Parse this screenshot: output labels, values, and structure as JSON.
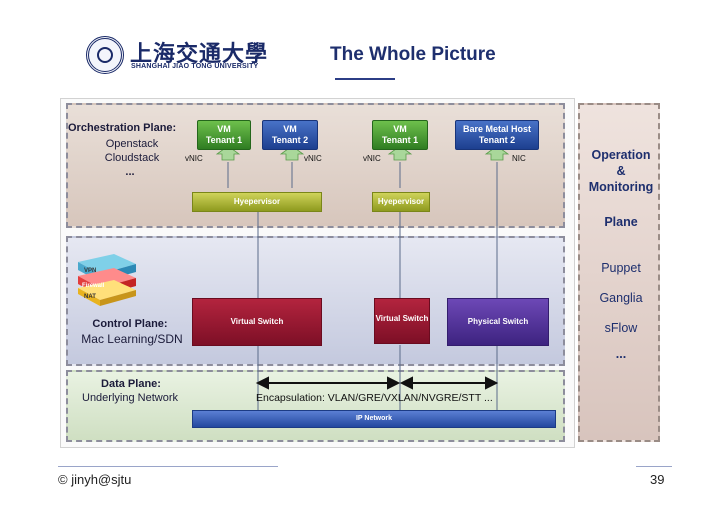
{
  "slide": {
    "title": "The Whole Picture",
    "page_number": "39",
    "footer_credit": "© jinyh@sjtu"
  },
  "logo": {
    "name_cn": "上海交通大學",
    "name_en": "SHANGHAI JIAO TONG UNIVERSITY"
  },
  "orchestration": {
    "heading": "Orchestration Plane:",
    "items": [
      "Openstack",
      "Cloudstack",
      "..."
    ]
  },
  "tenants": [
    {
      "line1": "VM",
      "line2": "Tenant 1",
      "nic": "vNIC",
      "color": "#3f9a2f"
    },
    {
      "line1": "VM",
      "line2": "Tenant 2",
      "nic": "vNIC",
      "color": "#2a4fa6"
    },
    {
      "line1": "VM",
      "line2": "Tenant 1",
      "nic": "vNIC",
      "color": "#3f9a2f"
    },
    {
      "line1": "Bare Metal Host",
      "line2": "Tenant 2",
      "nic": "NIC",
      "color": "#2a4fa6"
    }
  ],
  "hypervisors": [
    "Hyepervisor",
    "Hyepervisor"
  ],
  "control": {
    "heading": "Control Plane:",
    "subheading": "Mac Learning/SDN",
    "stack_layers": [
      "VPN",
      "Firewall",
      "NAT"
    ]
  },
  "switches": [
    {
      "label": "Virtual Switch"
    },
    {
      "label": "Virtual Switch"
    },
    {
      "label": "Physical Switch"
    }
  ],
  "data_plane": {
    "heading": "Data Plane:",
    "subheading": "Underlying Network",
    "encapsulation": "Encapsulation: VLAN/GRE/VXLAN/NVGRE/STT ...",
    "network": "IP Network"
  },
  "operation": {
    "heading_lines": [
      "Operation",
      "&",
      "Monitoring"
    ],
    "plane_label": "Plane",
    "tools": [
      "Puppet",
      "Ganglia",
      "sFlow",
      "..."
    ]
  }
}
